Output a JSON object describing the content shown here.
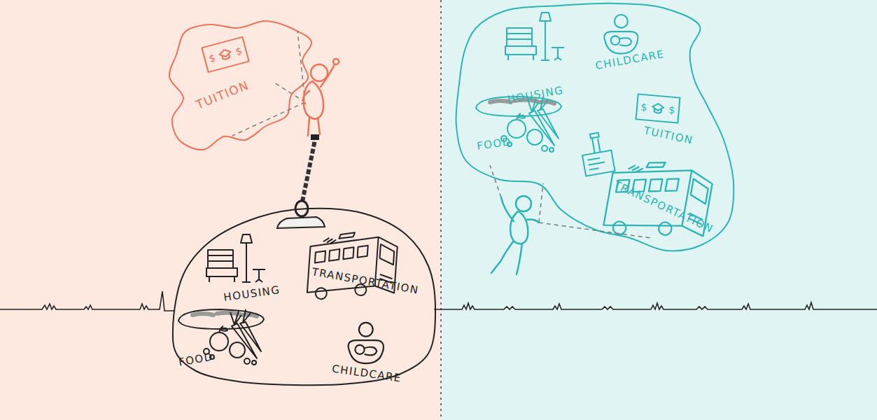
{
  "diagram": {
    "nodes": [
      {
        "text": [
          "TUITION"
        ]
      },
      {
        "text": [
          "HOUSING",
          "TRANSPORTATION",
          "FOOD",
          "CHILDCARE"
        ]
      },
      {
        "text": [
          "HOUSING",
          "CHILDCARE",
          "FOOD",
          "TUITION",
          "TRANSPORTATION"
        ]
      }
    ],
    "labels": [
      "$",
      "$",
      "$",
      "$"
    ]
  }
}
